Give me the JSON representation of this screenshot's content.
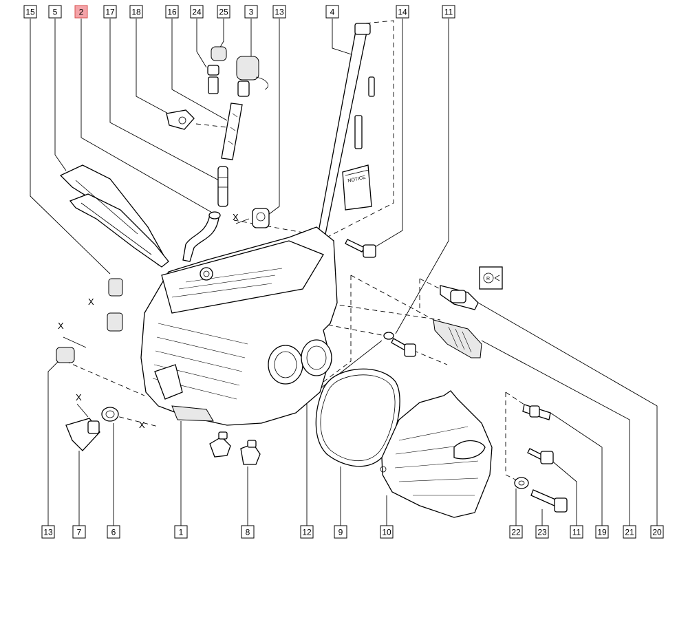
{
  "colors": {
    "highlight_fill": "#f4a3a8",
    "highlight_stroke": "#d9534f",
    "ink": "#000000"
  },
  "highlighted_callout": "2",
  "callouts_top": [
    "15",
    "5",
    "2",
    "17",
    "18",
    "16",
    "24",
    "25",
    "3",
    "13",
    "4",
    "14",
    "11"
  ],
  "callouts_bottom": [
    "13",
    "7",
    "6",
    "1",
    "8",
    "12",
    "9",
    "10",
    "22",
    "23",
    "11",
    "19",
    "21",
    "20"
  ],
  "marks": {
    "x_mark": "X",
    "notice_label": "NOTICE",
    "r_symbol": "R"
  }
}
